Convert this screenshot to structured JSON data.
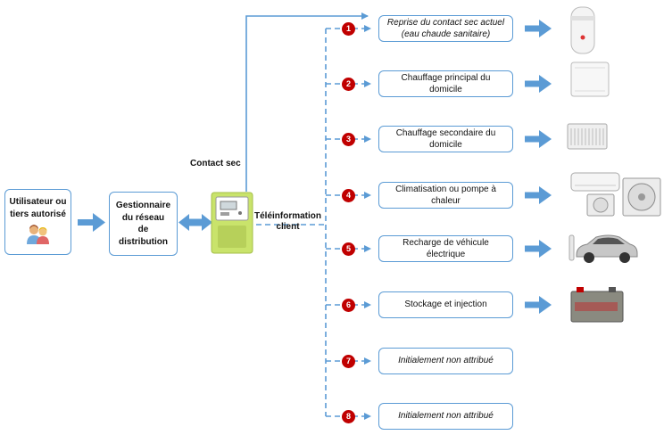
{
  "actors": {
    "user": {
      "label_line1": "Utilisateur ou",
      "label_line2": "tiers autorisé"
    },
    "manager": {
      "label_line1": "Gestionnaire",
      "label_line2": "du réseau",
      "label_line3": "de distribution"
    }
  },
  "labels": {
    "dry_contact": "Contact sec",
    "teleinfo_line1": "Téléinformation",
    "teleinfo_line2": "client"
  },
  "outputs": [
    {
      "number": "1",
      "line1": "Reprise du contact sec actuel",
      "line2": "(eau chaude sanitaire)",
      "italic": true,
      "device": "water-heater-icon"
    },
    {
      "number": "2",
      "line1": "Chauffage principal du",
      "line2": "domicile",
      "italic": false,
      "device": "main-heater-icon"
    },
    {
      "number": "3",
      "line1": "Chauffage secondaire du",
      "line2": "domicile",
      "italic": false,
      "device": "convector-heater-icon"
    },
    {
      "number": "4",
      "line1": "Climatisation ou pompe à",
      "line2": "chaleur",
      "italic": false,
      "device": "air-conditioner-icon"
    },
    {
      "number": "5",
      "line1": "Recharge de véhicule",
      "line2": "électrique",
      "italic": false,
      "device": "electric-car-icon"
    },
    {
      "number": "6",
      "line1": "Stockage et injection",
      "line2": "",
      "italic": false,
      "device": "battery-icon"
    },
    {
      "number": "7",
      "line1": "Initialement non attribué",
      "line2": "",
      "italic": true,
      "device": ""
    },
    {
      "number": "8",
      "line1": "Initialement non attribué",
      "line2": "",
      "italic": true,
      "device": ""
    }
  ],
  "colors": {
    "line_blue": "#5b9bd5",
    "badge_red": "#c00000",
    "meter_green": "#c9e36b"
  }
}
